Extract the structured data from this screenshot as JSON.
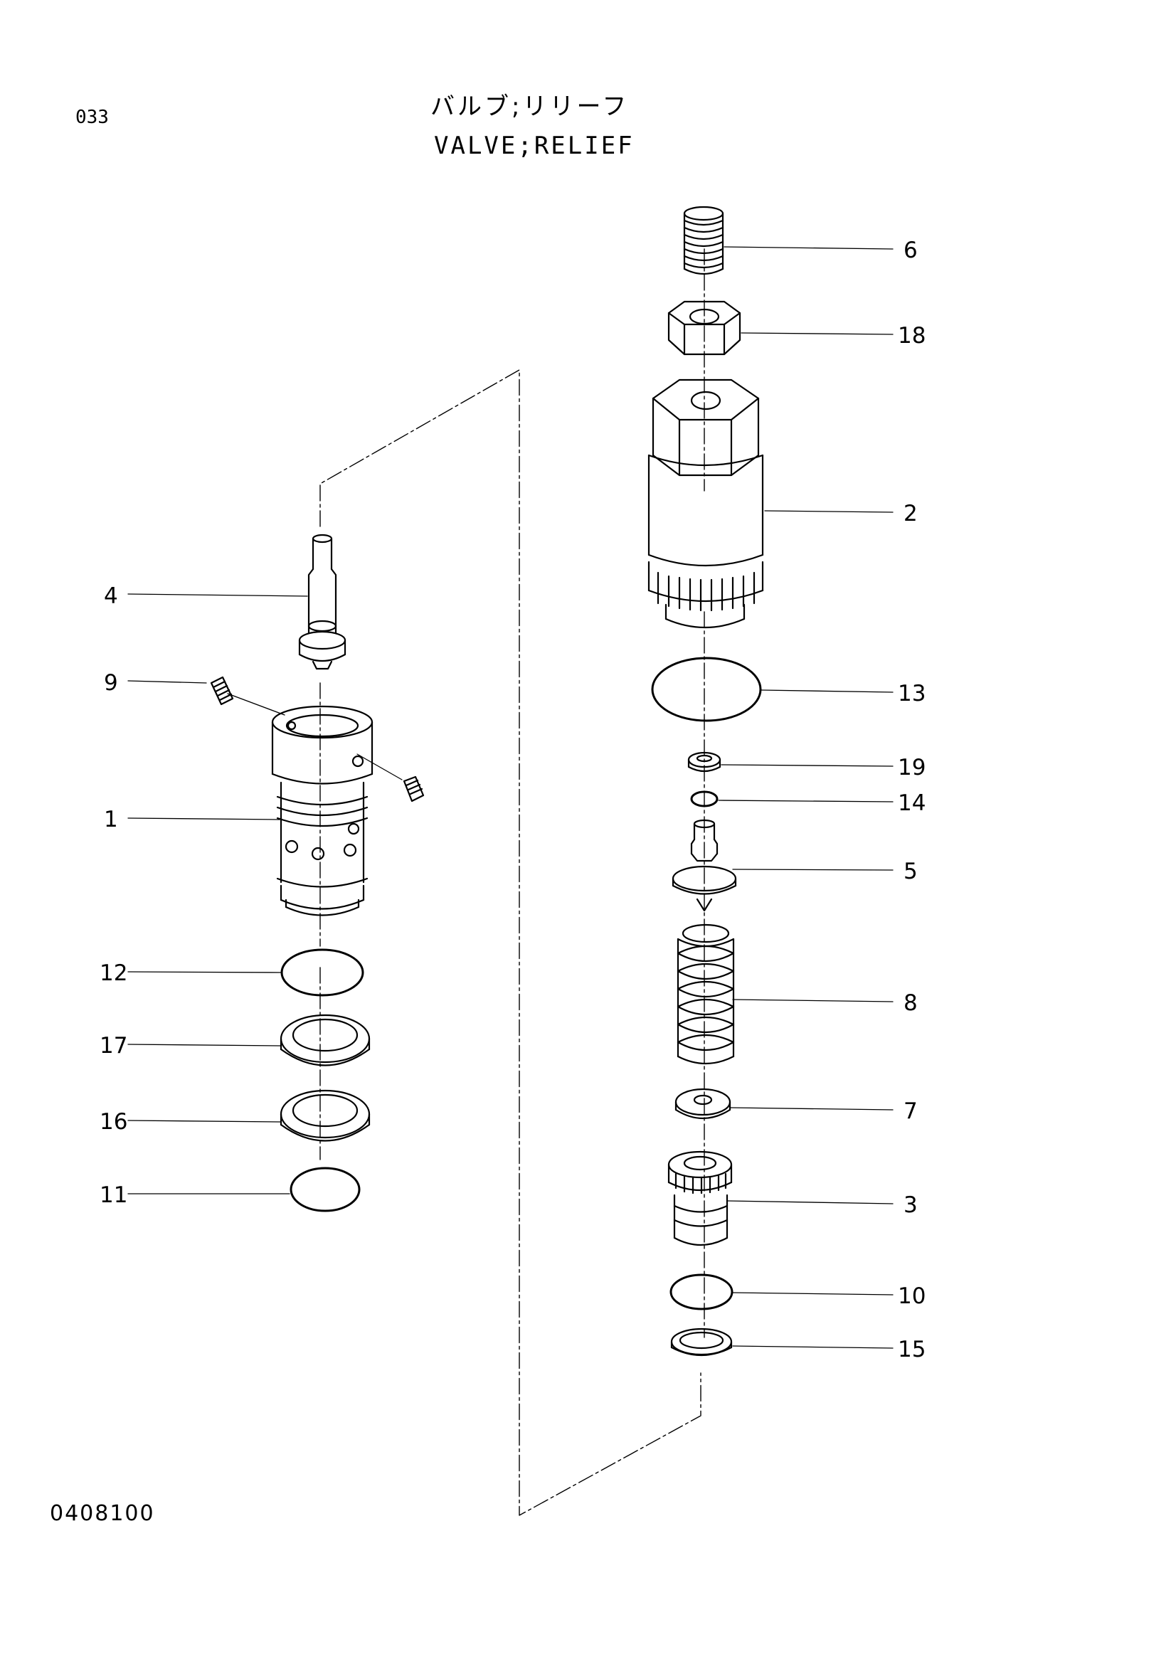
{
  "header": {
    "page_code": "033",
    "title_jp": "バルブ;リリーフ",
    "title_en": "VALVE;RELIEF"
  },
  "footer": {
    "drawing_number": "0408100"
  },
  "callouts": {
    "c1": "1",
    "c2": "2",
    "c3": "3",
    "c4": "4",
    "c5": "5",
    "c6": "6",
    "c7": "7",
    "c8": "8",
    "c9": "9",
    "c10": "10",
    "c11": "11",
    "c12": "12",
    "c13": "13",
    "c14": "14",
    "c15": "15",
    "c16": "16",
    "c17": "17",
    "c18": "18",
    "c19": "19"
  },
  "colors": {
    "line": "#000000",
    "background": "#ffffff"
  }
}
